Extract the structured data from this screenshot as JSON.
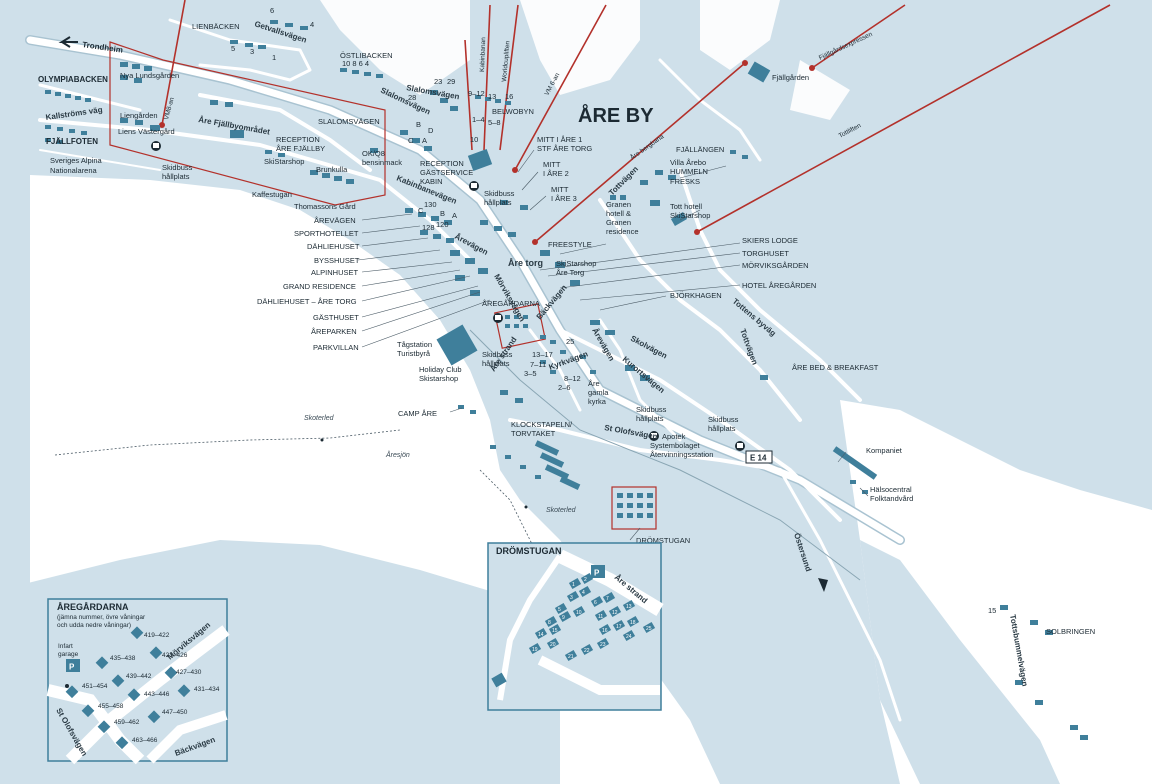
{
  "title": "ÅRE BY",
  "compass": [
    "Trondheim",
    "Östersund"
  ],
  "road_shield": "E 14",
  "labels": {
    "lienbacken": "LIENBÄCKEN",
    "getvallsvagen": "Getvallsvägen",
    "ostlibacken": "ÖSTLIBACKEN",
    "ostli_nums": "10 8 6 4",
    "lien_nums_a": "5",
    "lien_nums_b": "3",
    "lien_nums_c": "1",
    "lien_nums_d": "6",
    "lien_nums_e": "4",
    "olympiabacken": "OLYMPIABACKEN",
    "nya_lundsgarden": "Nya Lundsgården",
    "vm8an": "VM8-an",
    "kallstroms_vag": "Kallströms väg",
    "fjallfoten": "FJÄLLFOTEN",
    "liengarden": "Liengården",
    "liens_vastergard": "Liens Västergård",
    "sveriges_alpina_1": "Sveriges Alpina",
    "sveriges_alpina_2": "Nationalarena",
    "are_fjallbyomradet": "Åre Fjällbyområdet",
    "reception_fjallby_1": "RECEPTION",
    "reception_fjallby_2": "ÅRE FJÄLLBY",
    "skidbuss_1a": "Skidbuss",
    "skidbuss_1b": "hållplats",
    "skistarshop_1": "SkiStarshop",
    "brunkulla": "Brunkulla",
    "ok_q8_1": "OK/Q8",
    "ok_q8_2": "bensinmack",
    "slalomsvagen_1": "SLALOMSVÄGEN",
    "slalomsvagen_road": "Slalomsvägen",
    "slalomsvagen_road2": "Slalomsvägen",
    "num_23": "23",
    "num_29": "29",
    "num_28": "28",
    "num_9_12": "9–12",
    "num_13": "13",
    "num_16": "16",
    "num_1_4": "1–4",
    "num_5_8": "5–8",
    "belwobyn": "BELWOBYN",
    "num_10": "10",
    "kabinbanan": "Kabinbanan",
    "worldcuplift": "Worldcupliften",
    "vm6an": "VM 6-an",
    "letter_b": "B",
    "letter_d": "D",
    "letter_a": "A",
    "letter_c": "C",
    "reception_gast_1": "RECEPTION",
    "reception_gast_2": "GÄSTSERVICE",
    "reception_gast_3": "KABIN",
    "skidbuss_2a": "Skidbuss",
    "skidbuss_2b": "hållplats",
    "mitt1_1": "MITT I ÅRE 1",
    "mitt1_2": "STF ÅRE TORG",
    "mitt2_1": "MITT",
    "mitt2_2": "I ÅRE 2",
    "mitt3_1": "MITT",
    "mitt3_2": "I ÅRE 3",
    "kabinbanevagen": "Kabinbanevägen",
    "kaffestugan": "Kaffestugan",
    "thomassons": "Thomassons Gård",
    "num_130": "130",
    "num_128": "128",
    "num_120": "120",
    "letter_b2": "B",
    "letter_a2": "A",
    "letter_c2": "C",
    "arevagen_1": "ÅREVÄGEN",
    "sporthotellet": "SPORTHOTELLET",
    "dahliehuset": "DÄHLIEHUSET",
    "bysshuset": "BYSSHUSET",
    "alpinhuset": "ALPINHUSET",
    "grand_residence": "GRAND RESIDENCE",
    "dahliehuset_torg": "DÄHLIEHUSET – ÅRE TORG",
    "gasthuset": "GÄSTHUSET",
    "areparken": "ÅREPARKEN",
    "parkvillan": "PARKVILLAN",
    "arevagen_road": "Årevägen",
    "are_torg": "Åre torg",
    "freestyle": "FREESTYLE",
    "skistarshop_torg_1": "SkiStarshop",
    "skistarshop_torg_2": "Åre Torg",
    "morviksvagen_road": "Mörviksvägen",
    "aregardarna": "ÅREGÅRDARNA",
    "tagstation_1": "Tågstation",
    "tagstation_2": "Turistbyrå",
    "holiday_1": "Holiday Club",
    "holiday_2": "Skistarshop",
    "skidbuss_3a": "Skidbuss",
    "skidbuss_3b": "hållplats",
    "backvagen": "Bäckvägen",
    "num_25": "25",
    "num_13_17": "13–17",
    "num_7_11": "7–11",
    "num_3_5": "3–5",
    "num_8_12": "8–12",
    "num_2_6": "2–6",
    "kyrkvagen": "Kyrkvägen",
    "are_gamla_1": "Åre",
    "are_gamla_2": "gamla",
    "are_gamla_3": "kyrka",
    "are_strand_road": "Åre strand",
    "skolvagen": "Skolvägen",
    "arevagen_road2": "Årevägen",
    "kurortsvagen": "Kurortsvägen",
    "camp_are": "CAMP ÅRE",
    "skoterled_1": "Skoterled",
    "aresjon": "Åresjön",
    "klockstapeln_1": "KLOCKSTAPELN/",
    "klockstapeln_2": "TORVTAKET",
    "st_olofsvagen": "St Olofsvägen",
    "skidbuss_4a": "Skidbuss",
    "skidbuss_4b": "hållplats",
    "skidbuss_5a": "Skidbuss",
    "skidbuss_5b": "hållplats",
    "apotek_1": "Apotek",
    "apotek_2": "Systembolaget",
    "apotek_3": "Återvinningsstation",
    "skoterled_2": "Skoterled",
    "dromstugan": "DRÖMSTUGAN",
    "fjallgarden": "Fjällgården",
    "fjallgardsexpressen": "Fjällgårdsexpressen",
    "fjallangen": "FJÄLLÄNGEN",
    "villa_arebo": "Villa Årebo",
    "hummeln": "HUMMELN",
    "fresks": "FRESKS",
    "are_bergbana": "Åre bergbana",
    "tottvagen": "Tottvägen",
    "granen_1": "Granen",
    "granen_2": "hotell &",
    "granen_3": "Granen",
    "granen_4": "residence",
    "tott_hotell_1": "Tott hotell",
    "tott_hotell_2": "SkiStarshop",
    "tottliften": "Tottliften",
    "skiers_lodge": "SKIERS LODGE",
    "torghuset": "TORGHUSET",
    "morviksgarden": "MÖRVIKSGÅRDEN",
    "hotel_aregarden": "HOTEL ÅREGÅRDEN",
    "bjorkhagen": "BJÖRKHAGEN",
    "tottens_byvag": "Tottens byväg",
    "tottvagen2": "Tottvägen",
    "are_bnb": "ÅRE BED & BREAKFAST",
    "kompaniet": "Kompaniet",
    "halsocentral_1": "Hälsocentral",
    "halsocentral_2": "Folktandvård",
    "ostersund": "Östersund",
    "solbringen": "SOLBRINGEN",
    "tottsbummelvagen": "Tottsbummelvägen",
    "num_15": "15"
  },
  "inset_aregardarna": {
    "title": "ÅREGÅRDARNA",
    "note_1": "(jämna nummer, övre våningar",
    "note_2": "och udda nedre våningar)",
    "infart_1": "Infart",
    "infart_2": "garage",
    "parking": "P",
    "road_morvik": "Mörviksvägen",
    "road_olofs": "St Olofsvägen",
    "road_back": "Bäckvägen",
    "units": [
      "419–422",
      "423–426",
      "427–430",
      "431–434",
      "435–438",
      "439–442",
      "443–446",
      "447–450",
      "451–454",
      "455–458",
      "459–462",
      "463–466"
    ]
  },
  "inset_dromstugan": {
    "title": "DRÖMSTUGAN",
    "parking": "P",
    "road": "Åre strand",
    "units": [
      "1",
      "2",
      "3",
      "4",
      "5",
      "6",
      "7",
      "8",
      "9",
      "10",
      "11",
      "12",
      "13",
      "14",
      "15",
      "16",
      "17",
      "18",
      "19",
      "20",
      "21",
      "22",
      "23",
      "24",
      "25"
    ]
  },
  "colors": {
    "water": "#ffffff",
    "land": "#cfe0ea",
    "building": "#3f7f9b",
    "lift": "#b3312b",
    "road": "#ffffff"
  }
}
